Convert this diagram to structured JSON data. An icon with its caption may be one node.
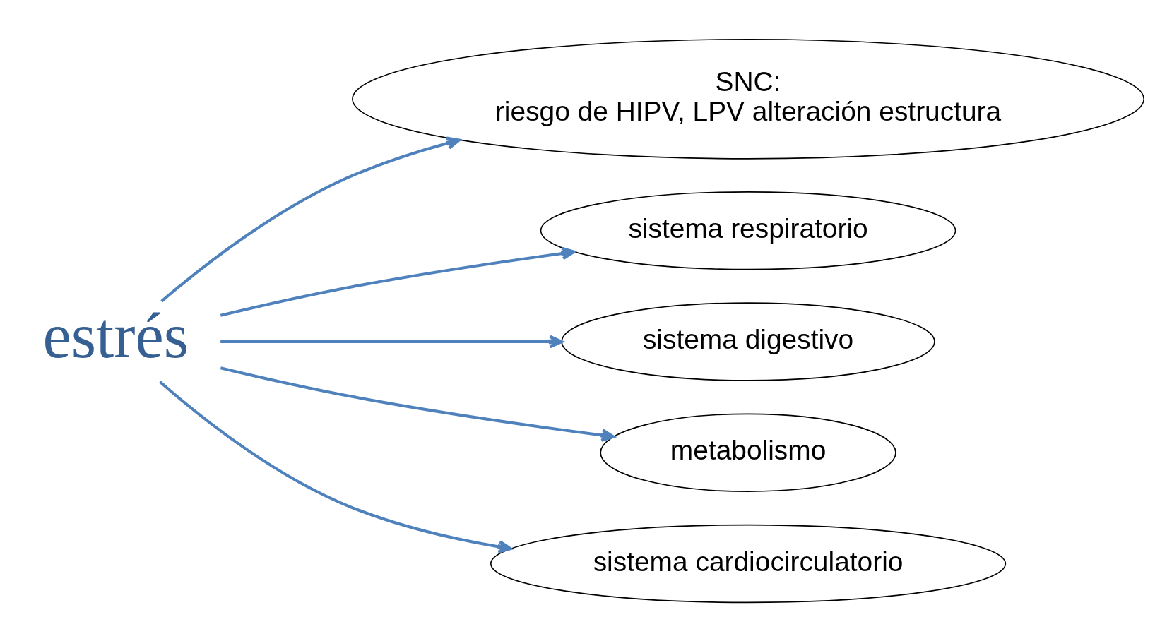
{
  "diagram": {
    "nodes": [
      {
        "text": [
          "estrés"
        ]
      },
      {
        "text": [
          "SNC:",
          "riesgo de HIPV, LPV alteración estructura"
        ]
      },
      {
        "text": [
          "sistema respiratorio"
        ]
      },
      {
        "text": [
          "sistema digestivo"
        ]
      },
      {
        "text": [
          "metabolismo"
        ]
      },
      {
        "text": [
          "sistema cardiocirculatorio"
        ]
      }
    ],
    "edges": [
      {
        "from": 0,
        "to": 1,
        "arrow": "to"
      },
      {
        "from": 0,
        "to": 2,
        "arrow": "to"
      },
      {
        "from": 0,
        "to": 3,
        "arrow": "to"
      },
      {
        "from": 0,
        "to": 4,
        "arrow": "to"
      },
      {
        "from": 0,
        "to": 5,
        "arrow": "to"
      }
    ]
  }
}
